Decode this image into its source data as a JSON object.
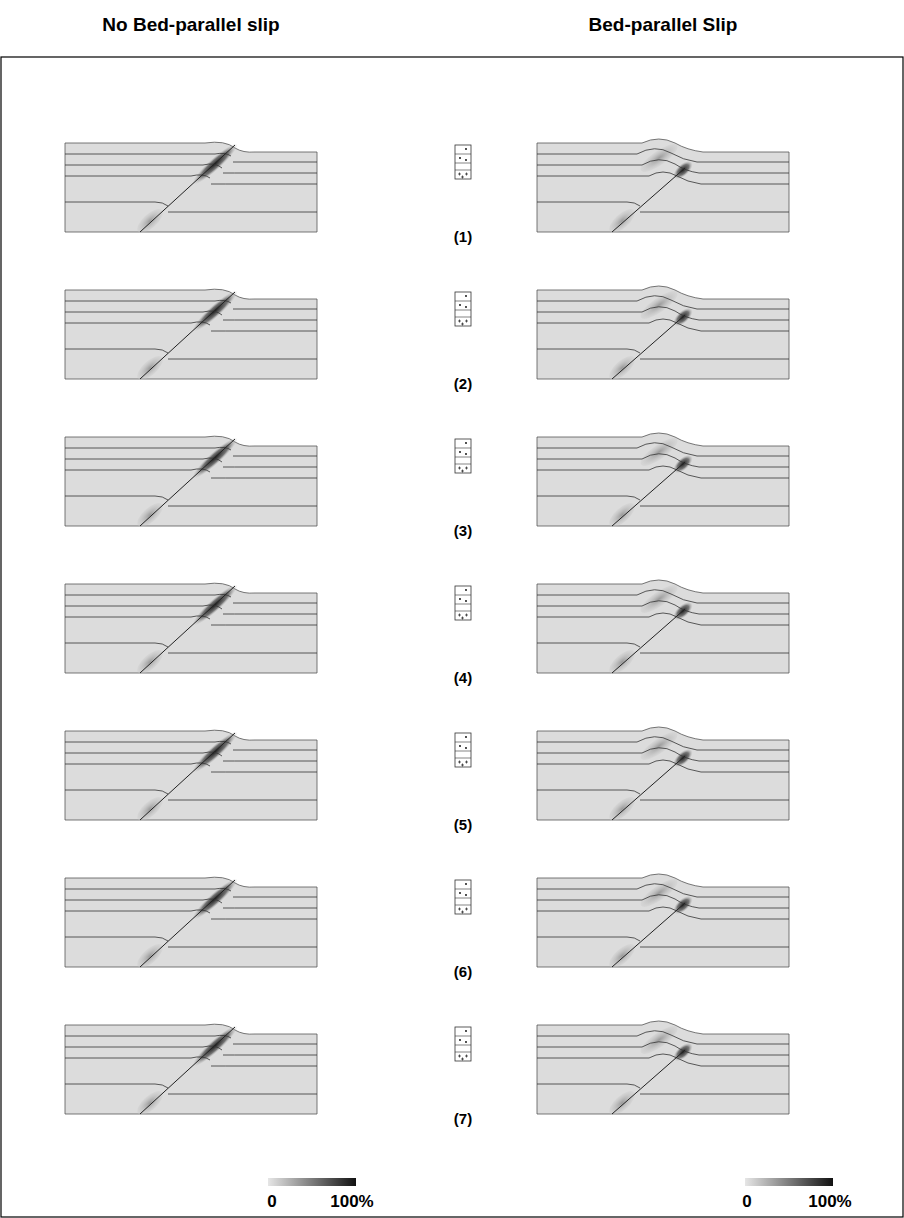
{
  "diagram": {
    "labels": [
      "No Bed-parallel slip",
      "Bed-parallel Slip",
      "(1)",
      "(2)",
      "(3)",
      "(4)",
      "(5)",
      "(6)",
      "(7)",
      "0",
      "100%",
      "0",
      "100%"
    ]
  }
}
